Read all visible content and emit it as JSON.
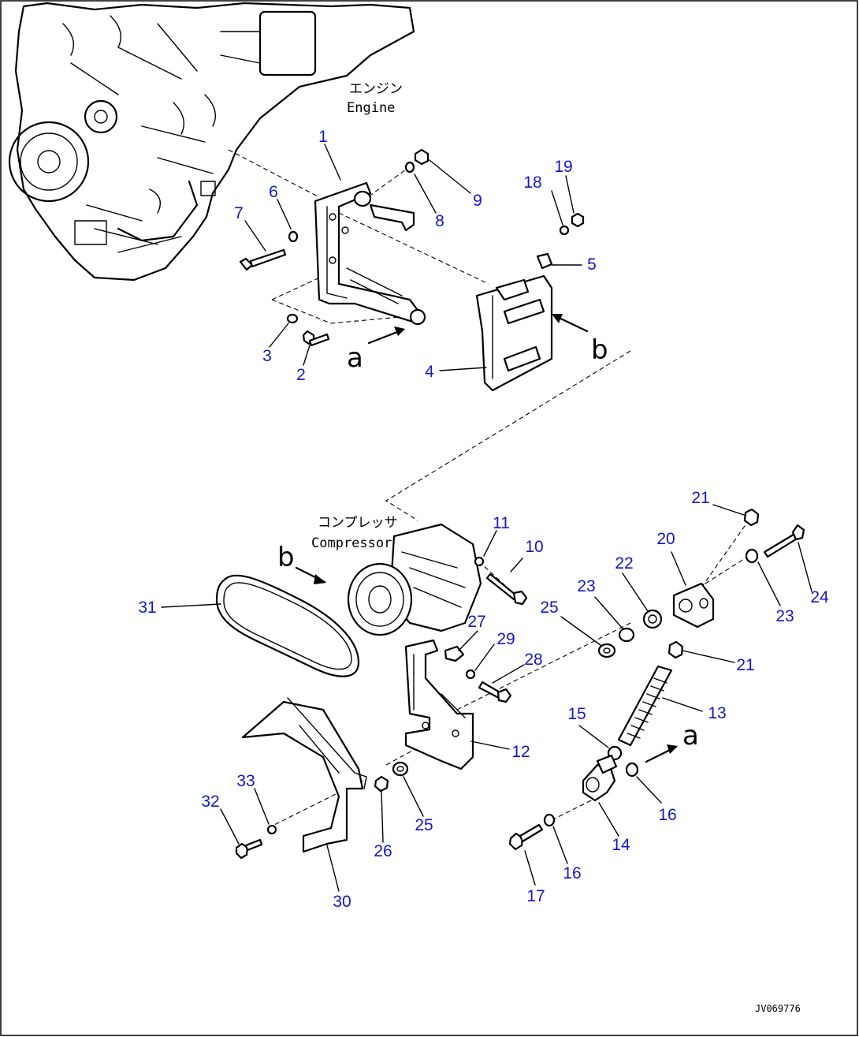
{
  "labels": {
    "engine_jp": "エンジン",
    "engine_en": "Engine",
    "compressor_jp": "コンプレッサ",
    "compressor_en": "Compressor",
    "arrow_a": "a",
    "arrow_b": "b",
    "drawing_code": "JV069776"
  },
  "callouts": [
    {
      "id": "c1",
      "text": "1"
    },
    {
      "id": "c2",
      "text": "2"
    },
    {
      "id": "c3",
      "text": "3"
    },
    {
      "id": "c4",
      "text": "4"
    },
    {
      "id": "c5",
      "text": "5"
    },
    {
      "id": "c6",
      "text": "6"
    },
    {
      "id": "c7",
      "text": "7"
    },
    {
      "id": "c8",
      "text": "8"
    },
    {
      "id": "c9",
      "text": "9"
    },
    {
      "id": "c10",
      "text": "10"
    },
    {
      "id": "c11",
      "text": "11"
    },
    {
      "id": "c12",
      "text": "12"
    },
    {
      "id": "c13",
      "text": "13"
    },
    {
      "id": "c14",
      "text": "14"
    },
    {
      "id": "c15",
      "text": "15"
    },
    {
      "id": "c16a",
      "text": "16"
    },
    {
      "id": "c16b",
      "text": "16"
    },
    {
      "id": "c17",
      "text": "17"
    },
    {
      "id": "c18",
      "text": "18"
    },
    {
      "id": "c19",
      "text": "19"
    },
    {
      "id": "c20",
      "text": "20"
    },
    {
      "id": "c21a",
      "text": "21"
    },
    {
      "id": "c21b",
      "text": "21"
    },
    {
      "id": "c22",
      "text": "22"
    },
    {
      "id": "c23a",
      "text": "23"
    },
    {
      "id": "c23b",
      "text": "23"
    },
    {
      "id": "c24",
      "text": "24"
    },
    {
      "id": "c25a",
      "text": "25"
    },
    {
      "id": "c25b",
      "text": "25"
    },
    {
      "id": "c26",
      "text": "26"
    },
    {
      "id": "c27",
      "text": "27"
    },
    {
      "id": "c28",
      "text": "28"
    },
    {
      "id": "c29",
      "text": "29"
    },
    {
      "id": "c30",
      "text": "30"
    },
    {
      "id": "c31",
      "text": "31"
    },
    {
      "id": "c32",
      "text": "32"
    },
    {
      "id": "c33",
      "text": "33"
    }
  ],
  "colors": {
    "callout": "#1515c8",
    "line": "#000000",
    "background": "#ffffff"
  }
}
